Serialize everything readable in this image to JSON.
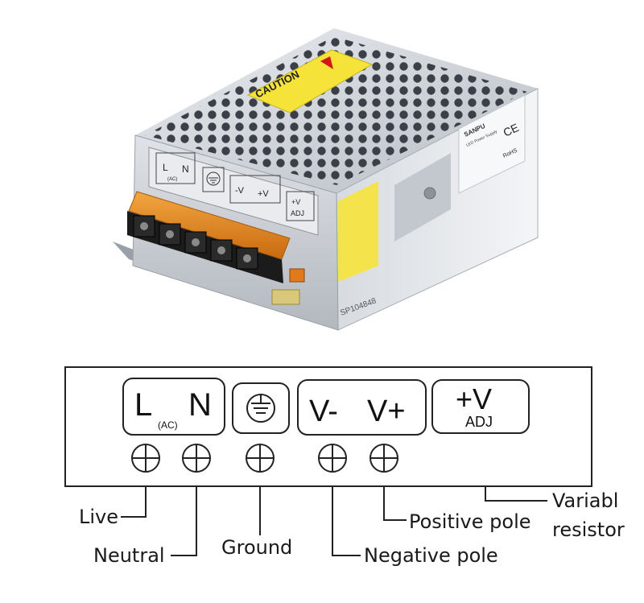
{
  "product_photo": {
    "caution_label": "CAUTION",
    "terminal_labels": {
      "l": "L",
      "n": "N",
      "ac": "(AC)",
      "v_minus": "-V",
      "v_plus": "+V",
      "adj_v": "+V",
      "adj": "ADJ"
    },
    "brand": "SANPU",
    "subtitle": "LED Power Supply",
    "ce_mark": "CE",
    "rohs_mark": "RoHS",
    "model": "SP104848"
  },
  "diagram": {
    "boxes": {
      "ac": {
        "l": "L",
        "n": "N",
        "ac": "(AC)"
      },
      "ground_symbol": "ground-symbol",
      "dc": {
        "v_minus": "V-",
        "v_plus": "V+"
      },
      "adj": {
        "v": "+V",
        "adj": "ADJ"
      }
    },
    "terminal_icon": "crossed-circle-terminal",
    "callouts": {
      "live": "Live",
      "neutral": "Neutral",
      "ground": "Ground",
      "negative": "Negative pole",
      "positive": "Positive pole",
      "variable_1": "Variabl",
      "variable_2": "resistor"
    }
  },
  "colors": {
    "caution_yellow": "#f6e33a",
    "terminal_orange": "#e58a1f",
    "terminal_black": "#1b1b1b",
    "case_silver": "#c9cdd2"
  }
}
